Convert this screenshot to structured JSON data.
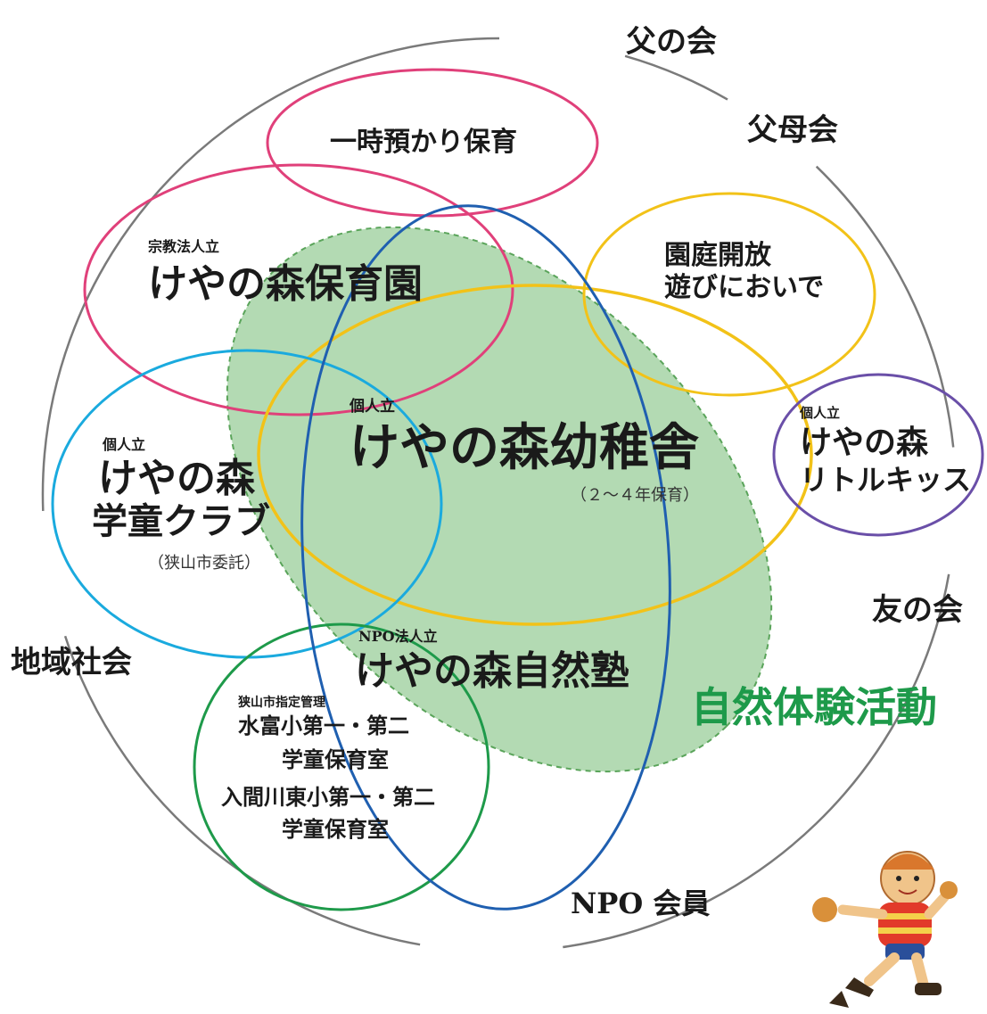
{
  "colors": {
    "outer_circle": "#7a7a7a",
    "green_fill": "#a6d4a6",
    "green_dash": "#5aa45a",
    "pink": "#e0407a",
    "blue": "#1f5fb0",
    "yellow": "#f2c218",
    "cyan": "#1aaade",
    "purple": "#6a4fa8",
    "green_ring": "#1e9a4a",
    "nature_text": "#1e9a4a"
  },
  "outer": {
    "chichi": "父の会",
    "fubo": "父母会",
    "tomo": "友の会",
    "npo": "NPO 会員",
    "chiiki": "地域社会"
  },
  "ichiji": "一時預かり保育",
  "hoikuen": {
    "prefix": "宗教法人立",
    "name": "けやの森保育園"
  },
  "entei": {
    "line1": "園庭開放",
    "line2": "遊びにおいで"
  },
  "yochisha": {
    "prefix": "個人立",
    "name": "けやの森幼稚舎",
    "note": "（２〜４年保育）"
  },
  "little": {
    "prefix": "個人立",
    "line1": "けやの森",
    "line2": "リトルキッス"
  },
  "gakudo": {
    "prefix": "個人立",
    "line1": "けやの森",
    "line2": "学童クラブ",
    "note": "（狭山市委託）"
  },
  "shizenjuku": {
    "prefix": "NPO法人立",
    "name": "けやの森自然塾"
  },
  "shitei": {
    "prefix": "狭山市指定管理",
    "l1": "水富小第一・第二",
    "l2": "学童保育室",
    "l3": "入間川東小第一・第二",
    "l4": "学童保育室"
  },
  "nature": "自然体験活動",
  "icons": {
    "runner": "running-child-illustration-icon"
  }
}
